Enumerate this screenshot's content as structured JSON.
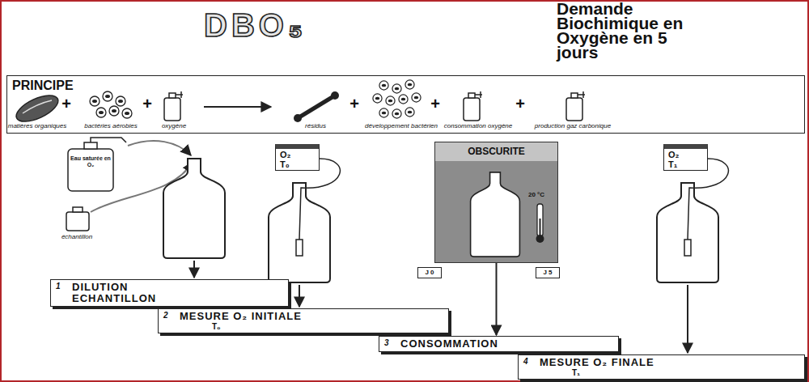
{
  "diagram": {
    "title": "DBO₅",
    "nodes": [
      {
        "text": [
          "PRINCIPE"
        ]
      },
      {
        "text": [
          "O₂",
          "T₀"
        ]
      },
      {
        "text": [
          "OBSCURITE"
        ]
      },
      {
        "text": [
          "O₂",
          "T₁"
        ]
      },
      {
        "text": [
          "J 0"
        ]
      },
      {
        "text": [
          "J 5"
        ]
      },
      {
        "text": [
          "1",
          "DILUTION ECHANTILLON"
        ]
      },
      {
        "text": [
          "2",
          "MESURE O₂ INITIALE",
          "T₀"
        ]
      },
      {
        "text": [
          "3",
          "CONSOMMATION"
        ]
      },
      {
        "text": [
          "4",
          "MESURE O₂ FINALE",
          "T₁"
        ]
      }
    ],
    "edges": [
      {
        "from": 2,
        "to": 8,
        "arrow": "to"
      }
    ],
    "labels": [
      "Demande Biochimique en Oxygène en 5 jours",
      "matières organiques",
      "+",
      "bactéries aérobies",
      "+",
      "oxygène",
      "résidus",
      "+",
      "développement bactérien",
      "+",
      "consommation oxygène",
      "+",
      "production gaz carbonique",
      "Eau saturée en O₂",
      "échantillon",
      "20 °C"
    ]
  }
}
